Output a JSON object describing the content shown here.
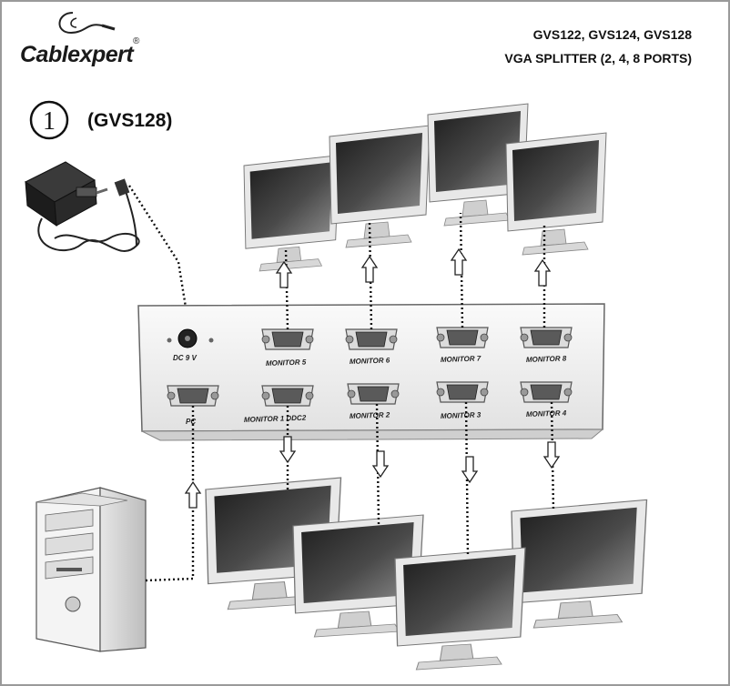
{
  "brand": {
    "name": "Cablexpert",
    "registered_mark": "®",
    "logo_icon": "plug-swoosh-icon"
  },
  "header": {
    "models": "GVS122, GVS124, GVS128",
    "product": "VGA SPLITTER (2, 4, 8 PORTS)"
  },
  "figure": {
    "step_number": "1",
    "model_tag": "(GVS128)"
  },
  "splitter": {
    "top_row": [
      "MONITOR 5",
      "MONITOR 6",
      "MONITOR 7",
      "MONITOR 8"
    ],
    "bottom_row": [
      "PC",
      "MONITOR 1 DDC2",
      "MONITOR 2",
      "MONITOR 3",
      "MONITOR 4"
    ],
    "power_label": "DC 9 V"
  },
  "colors": {
    "border": "#9a9a9a",
    "splitter_body": "#f1f1f1",
    "screen_dark": "#3a3a3a",
    "line": "#111111"
  }
}
